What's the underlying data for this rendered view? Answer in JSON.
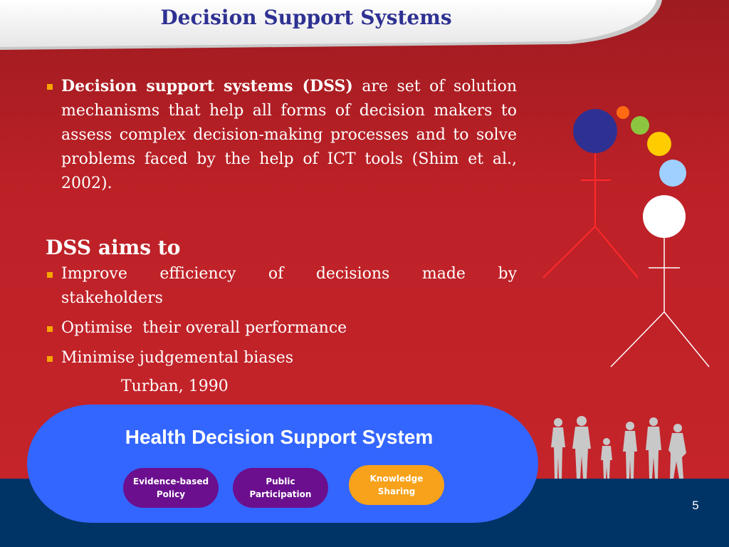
{
  "slide": {
    "title": "Decision Support Systems",
    "page_number": "5"
  },
  "content": {
    "definition": {
      "term": "Decision support systems (DSS)",
      "text": " are set of solution mechanisms that help all forms of decision makers to assess complex decision-making processes and to solve problems faced by the help of ICT tools (Shim et al., 2002)."
    },
    "aims_heading": "DSS aims to",
    "aims": [
      "Improve efficiency of decisions made by",
      "stakeholders",
      "Optimise  their overall performance",
      "Minimise judgemental biases"
    ],
    "citation": "Turban, 1990"
  },
  "hdss": {
    "title": "Health Decision Support System",
    "pills": [
      {
        "label": "Evidence-based\nPolicy",
        "color": "#6b0f8e"
      },
      {
        "label": "Public\nParticipation",
        "color": "#6b0f8e"
      },
      {
        "label": "Knowledge\nSharing",
        "color": "#f7a21a"
      }
    ]
  },
  "colors": {
    "title": "#2e3192",
    "background_red": "#bd2127",
    "bottom_band": "#003366",
    "blob_blue": "#3366ff",
    "bullet": "#f7a600"
  }
}
